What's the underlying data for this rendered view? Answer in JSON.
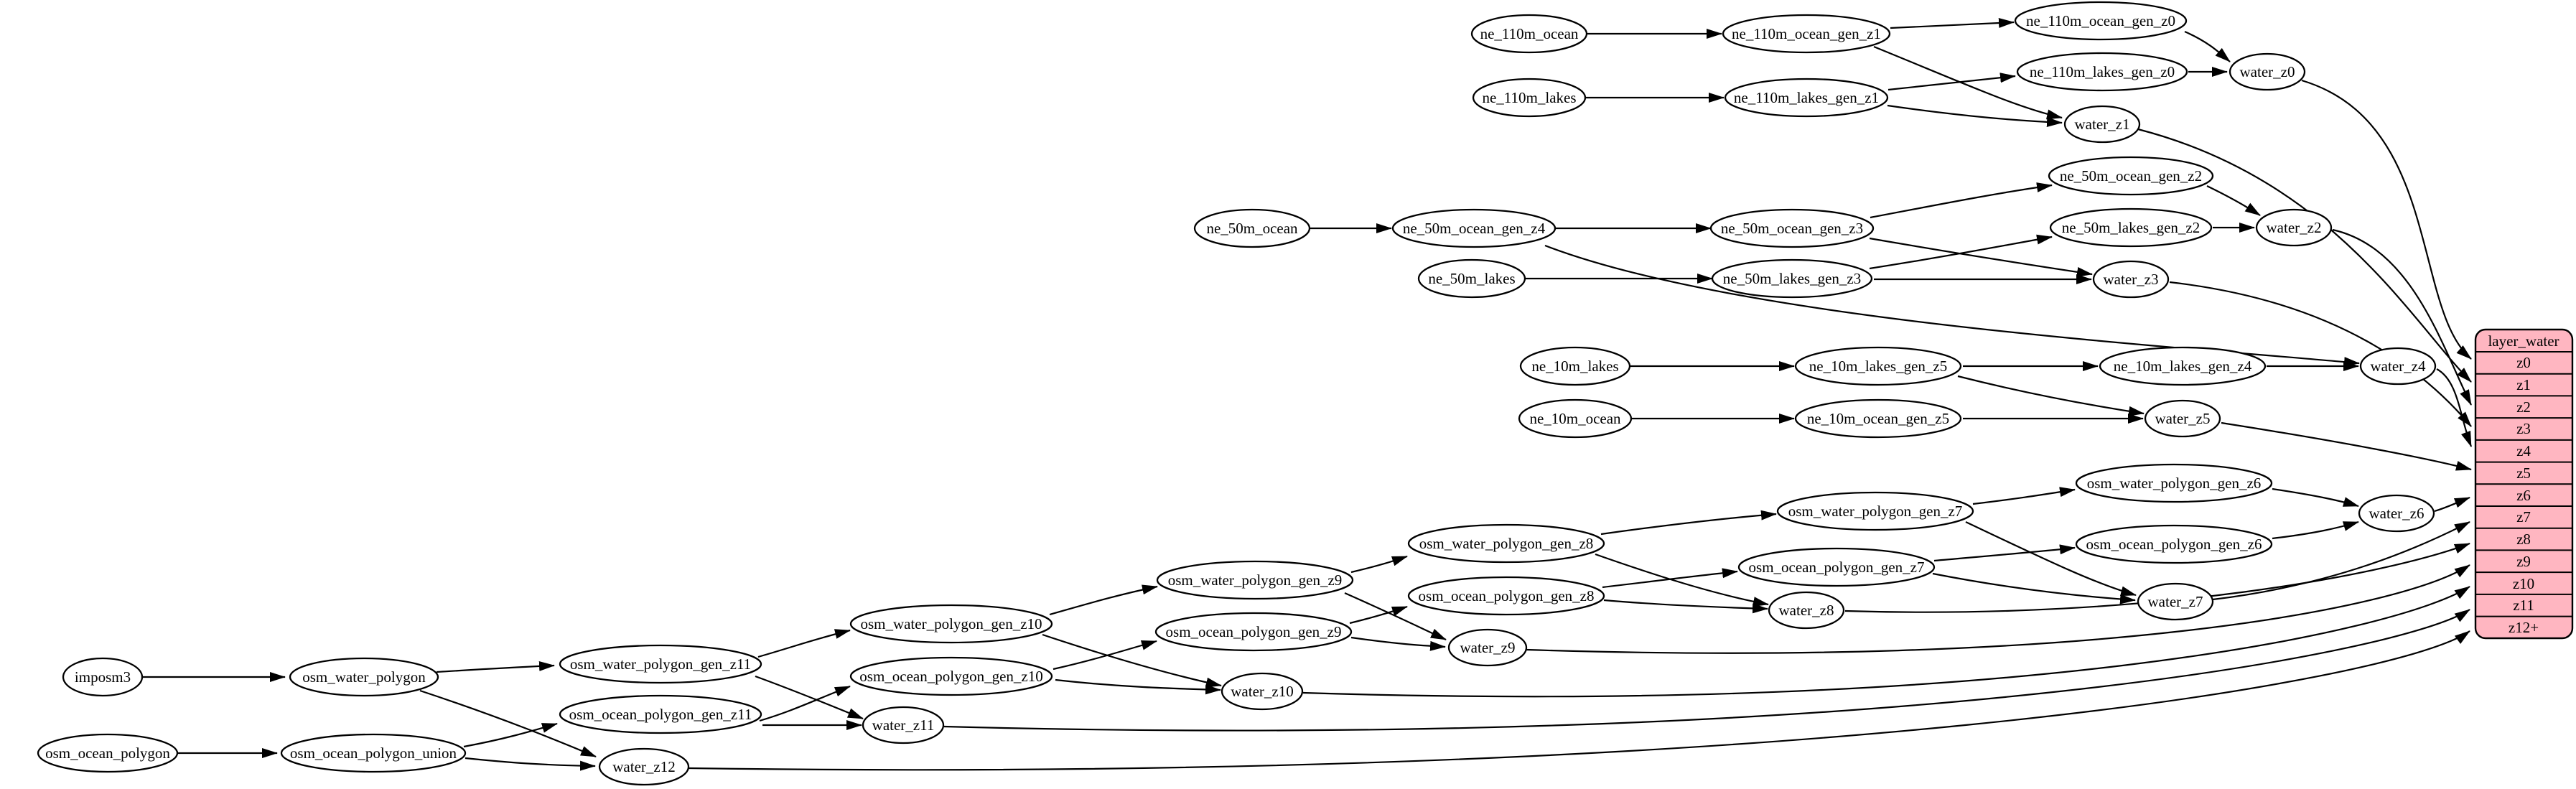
{
  "diagram_type": "dependency-graph",
  "colors": {
    "background": "#ffffff",
    "node_fill": "#ffffff",
    "node_stroke": "#000000",
    "edge_color": "#000000",
    "table_fill": "#ffb6c1",
    "table_stroke": "#000000",
    "text_color": "#000000"
  },
  "table": {
    "header": "layer_water",
    "rows": [
      "z0",
      "z1",
      "z2",
      "z3",
      "z4",
      "z5",
      "z6",
      "z7",
      "z8",
      "z9",
      "z10",
      "z11",
      "z12+"
    ]
  },
  "graph": {
    "nodes": {
      "imposm3": "imposm3",
      "osm_water_polygon": "osm_water_polygon",
      "osm_ocean_polygon": "osm_ocean_polygon",
      "osm_ocean_polygon_union": "osm_ocean_polygon_union",
      "osm_water_polygon_gen_z11": "osm_water_polygon_gen_z11",
      "osm_ocean_polygon_gen_z11": "osm_ocean_polygon_gen_z11",
      "osm_water_polygon_gen_z10": "osm_water_polygon_gen_z10",
      "osm_ocean_polygon_gen_z10": "osm_ocean_polygon_gen_z10",
      "osm_water_polygon_gen_z9": "osm_water_polygon_gen_z9",
      "osm_ocean_polygon_gen_z9": "osm_ocean_polygon_gen_z9",
      "osm_water_polygon_gen_z8": "osm_water_polygon_gen_z8",
      "osm_ocean_polygon_gen_z8": "osm_ocean_polygon_gen_z8",
      "osm_water_polygon_gen_z7": "osm_water_polygon_gen_z7",
      "osm_ocean_polygon_gen_z7": "osm_ocean_polygon_gen_z7",
      "osm_water_polygon_gen_z6": "osm_water_polygon_gen_z6",
      "osm_ocean_polygon_gen_z6": "osm_ocean_polygon_gen_z6",
      "water_z0": "water_z0",
      "water_z1": "water_z1",
      "water_z2": "water_z2",
      "water_z3": "water_z3",
      "water_z4": "water_z4",
      "water_z5": "water_z5",
      "water_z6": "water_z6",
      "water_z7": "water_z7",
      "water_z8": "water_z8",
      "water_z9": "water_z9",
      "water_z10": "water_z10",
      "water_z11": "water_z11",
      "water_z12": "water_z12",
      "ne_110m_ocean": "ne_110m_ocean",
      "ne_110m_ocean_gen_z1": "ne_110m_ocean_gen_z1",
      "ne_110m_ocean_gen_z0": "ne_110m_ocean_gen_z0",
      "ne_110m_lakes": "ne_110m_lakes",
      "ne_110m_lakes_gen_z1": "ne_110m_lakes_gen_z1",
      "ne_110m_lakes_gen_z0": "ne_110m_lakes_gen_z0",
      "ne_50m_ocean": "ne_50m_ocean",
      "ne_50m_ocean_gen_z4": "ne_50m_ocean_gen_z4",
      "ne_50m_ocean_gen_z3": "ne_50m_ocean_gen_z3",
      "ne_50m_ocean_gen_z2": "ne_50m_ocean_gen_z2",
      "ne_50m_lakes": "ne_50m_lakes",
      "ne_50m_lakes_gen_z3": "ne_50m_lakes_gen_z3",
      "ne_50m_lakes_gen_z2": "ne_50m_lakes_gen_z2",
      "ne_10m_lakes": "ne_10m_lakes",
      "ne_10m_lakes_gen_z5": "ne_10m_lakes_gen_z5",
      "ne_10m_lakes_gen_z4": "ne_10m_lakes_gen_z4",
      "ne_10m_ocean": "ne_10m_ocean",
      "ne_10m_ocean_gen_z5": "ne_10m_ocean_gen_z5"
    },
    "edges": [
      [
        "ne_110m_ocean",
        "ne_110m_ocean_gen_z1"
      ],
      [
        "ne_110m_ocean_gen_z1",
        "ne_110m_ocean_gen_z0"
      ],
      [
        "ne_110m_ocean_gen_z1",
        "water_z1"
      ],
      [
        "ne_110m_ocean_gen_z0",
        "water_z0"
      ],
      [
        "ne_110m_lakes",
        "ne_110m_lakes_gen_z1"
      ],
      [
        "ne_110m_lakes_gen_z1",
        "ne_110m_lakes_gen_z0"
      ],
      [
        "ne_110m_lakes_gen_z1",
        "water_z1"
      ],
      [
        "ne_110m_lakes_gen_z0",
        "water_z0"
      ],
      [
        "water_z0",
        "layer_water.z0"
      ],
      [
        "water_z1",
        "layer_water.z1"
      ],
      [
        "ne_50m_ocean",
        "ne_50m_ocean_gen_z4"
      ],
      [
        "ne_50m_ocean_gen_z4",
        "ne_50m_ocean_gen_z3"
      ],
      [
        "ne_50m_ocean_gen_z4",
        "water_z4"
      ],
      [
        "ne_50m_ocean_gen_z3",
        "ne_50m_ocean_gen_z2"
      ],
      [
        "ne_50m_ocean_gen_z3",
        "water_z3"
      ],
      [
        "ne_50m_ocean_gen_z2",
        "water_z2"
      ],
      [
        "ne_50m_lakes",
        "ne_50m_lakes_gen_z3"
      ],
      [
        "ne_50m_lakes_gen_z3",
        "ne_50m_lakes_gen_z2"
      ],
      [
        "ne_50m_lakes_gen_z3",
        "water_z3"
      ],
      [
        "ne_50m_lakes_gen_z2",
        "water_z2"
      ],
      [
        "water_z2",
        "layer_water.z2"
      ],
      [
        "water_z3",
        "layer_water.z3"
      ],
      [
        "ne_10m_lakes",
        "ne_10m_lakes_gen_z5"
      ],
      [
        "ne_10m_lakes_gen_z5",
        "ne_10m_lakes_gen_z4"
      ],
      [
        "ne_10m_lakes_gen_z5",
        "water_z5"
      ],
      [
        "ne_10m_lakes_gen_z4",
        "water_z4"
      ],
      [
        "ne_10m_ocean",
        "ne_10m_ocean_gen_z5"
      ],
      [
        "ne_10m_ocean_gen_z5",
        "water_z5"
      ],
      [
        "water_z4",
        "layer_water.z4"
      ],
      [
        "water_z5",
        "layer_water.z5"
      ],
      [
        "imposm3",
        "osm_water_polygon"
      ],
      [
        "osm_water_polygon",
        "osm_water_polygon_gen_z11"
      ],
      [
        "osm_water_polygon",
        "water_z12"
      ],
      [
        "osm_ocean_polygon",
        "osm_ocean_polygon_union"
      ],
      [
        "osm_ocean_polygon_union",
        "osm_ocean_polygon_gen_z11"
      ],
      [
        "osm_ocean_polygon_union",
        "water_z12"
      ],
      [
        "osm_water_polygon_gen_z11",
        "osm_water_polygon_gen_z10"
      ],
      [
        "osm_water_polygon_gen_z11",
        "water_z11"
      ],
      [
        "osm_ocean_polygon_gen_z11",
        "osm_ocean_polygon_gen_z10"
      ],
      [
        "osm_ocean_polygon_gen_z11",
        "water_z11"
      ],
      [
        "osm_water_polygon_gen_z10",
        "osm_water_polygon_gen_z9"
      ],
      [
        "osm_water_polygon_gen_z10",
        "water_z10"
      ],
      [
        "osm_ocean_polygon_gen_z10",
        "osm_ocean_polygon_gen_z9"
      ],
      [
        "osm_ocean_polygon_gen_z10",
        "water_z10"
      ],
      [
        "osm_water_polygon_gen_z9",
        "osm_water_polygon_gen_z8"
      ],
      [
        "osm_water_polygon_gen_z9",
        "water_z9"
      ],
      [
        "osm_ocean_polygon_gen_z9",
        "osm_ocean_polygon_gen_z8"
      ],
      [
        "osm_ocean_polygon_gen_z9",
        "water_z9"
      ],
      [
        "osm_water_polygon_gen_z8",
        "osm_water_polygon_gen_z7"
      ],
      [
        "osm_water_polygon_gen_z8",
        "water_z8"
      ],
      [
        "osm_ocean_polygon_gen_z8",
        "osm_ocean_polygon_gen_z7"
      ],
      [
        "osm_ocean_polygon_gen_z8",
        "water_z8"
      ],
      [
        "osm_water_polygon_gen_z7",
        "osm_water_polygon_gen_z6"
      ],
      [
        "osm_water_polygon_gen_z7",
        "water_z7"
      ],
      [
        "osm_ocean_polygon_gen_z7",
        "osm_ocean_polygon_gen_z6"
      ],
      [
        "osm_ocean_polygon_gen_z7",
        "water_z7"
      ],
      [
        "osm_water_polygon_gen_z6",
        "water_z6"
      ],
      [
        "osm_ocean_polygon_gen_z6",
        "water_z6"
      ],
      [
        "water_z6",
        "layer_water.z6"
      ],
      [
        "water_z7",
        "layer_water.z7"
      ],
      [
        "water_z8",
        "layer_water.z8"
      ],
      [
        "water_z9",
        "layer_water.z9"
      ],
      [
        "water_z10",
        "layer_water.z10"
      ],
      [
        "water_z11",
        "layer_water.z11"
      ],
      [
        "water_z12",
        "layer_water.z12+"
      ]
    ]
  }
}
